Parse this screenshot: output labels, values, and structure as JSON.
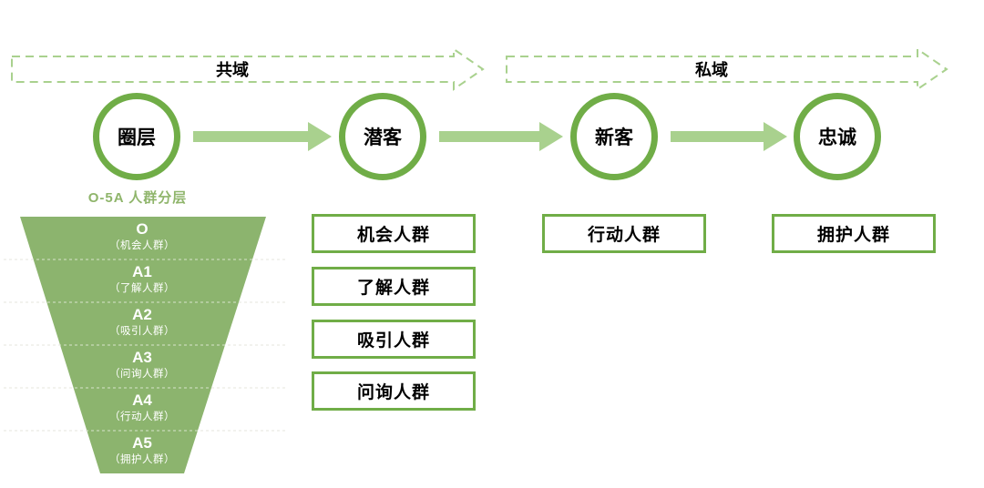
{
  "banners": [
    {
      "label": "共域"
    },
    {
      "label": "私域"
    }
  ],
  "stages": [
    {
      "label": "圈层"
    },
    {
      "label": "潜客"
    },
    {
      "label": "新客"
    },
    {
      "label": "忠诚"
    }
  ],
  "funnel": {
    "title": "O-5A 人群分层",
    "levels": [
      {
        "code": "O",
        "name": "（机会人群）"
      },
      {
        "code": "A1",
        "name": "（了解人群）"
      },
      {
        "code": "A2",
        "name": "（吸引人群）"
      },
      {
        "code": "A3",
        "name": "（问询人群）"
      },
      {
        "code": "A4",
        "name": "（行动人群）"
      },
      {
        "code": "A5",
        "name": "（拥护人群）"
      }
    ]
  },
  "audience_boxes": {
    "prospect": [
      "机会人群",
      "了解人群",
      "吸引人群",
      "问询人群"
    ],
    "new_customer": [
      "行动人群"
    ],
    "loyal": [
      "拥护人群"
    ]
  },
  "colors": {
    "accent_green": "#70ad47",
    "light_green": "#a9d18e",
    "funnel_green": "#8cb46e",
    "title_green": "#8fb56b",
    "ink": "#1a1a1a"
  }
}
